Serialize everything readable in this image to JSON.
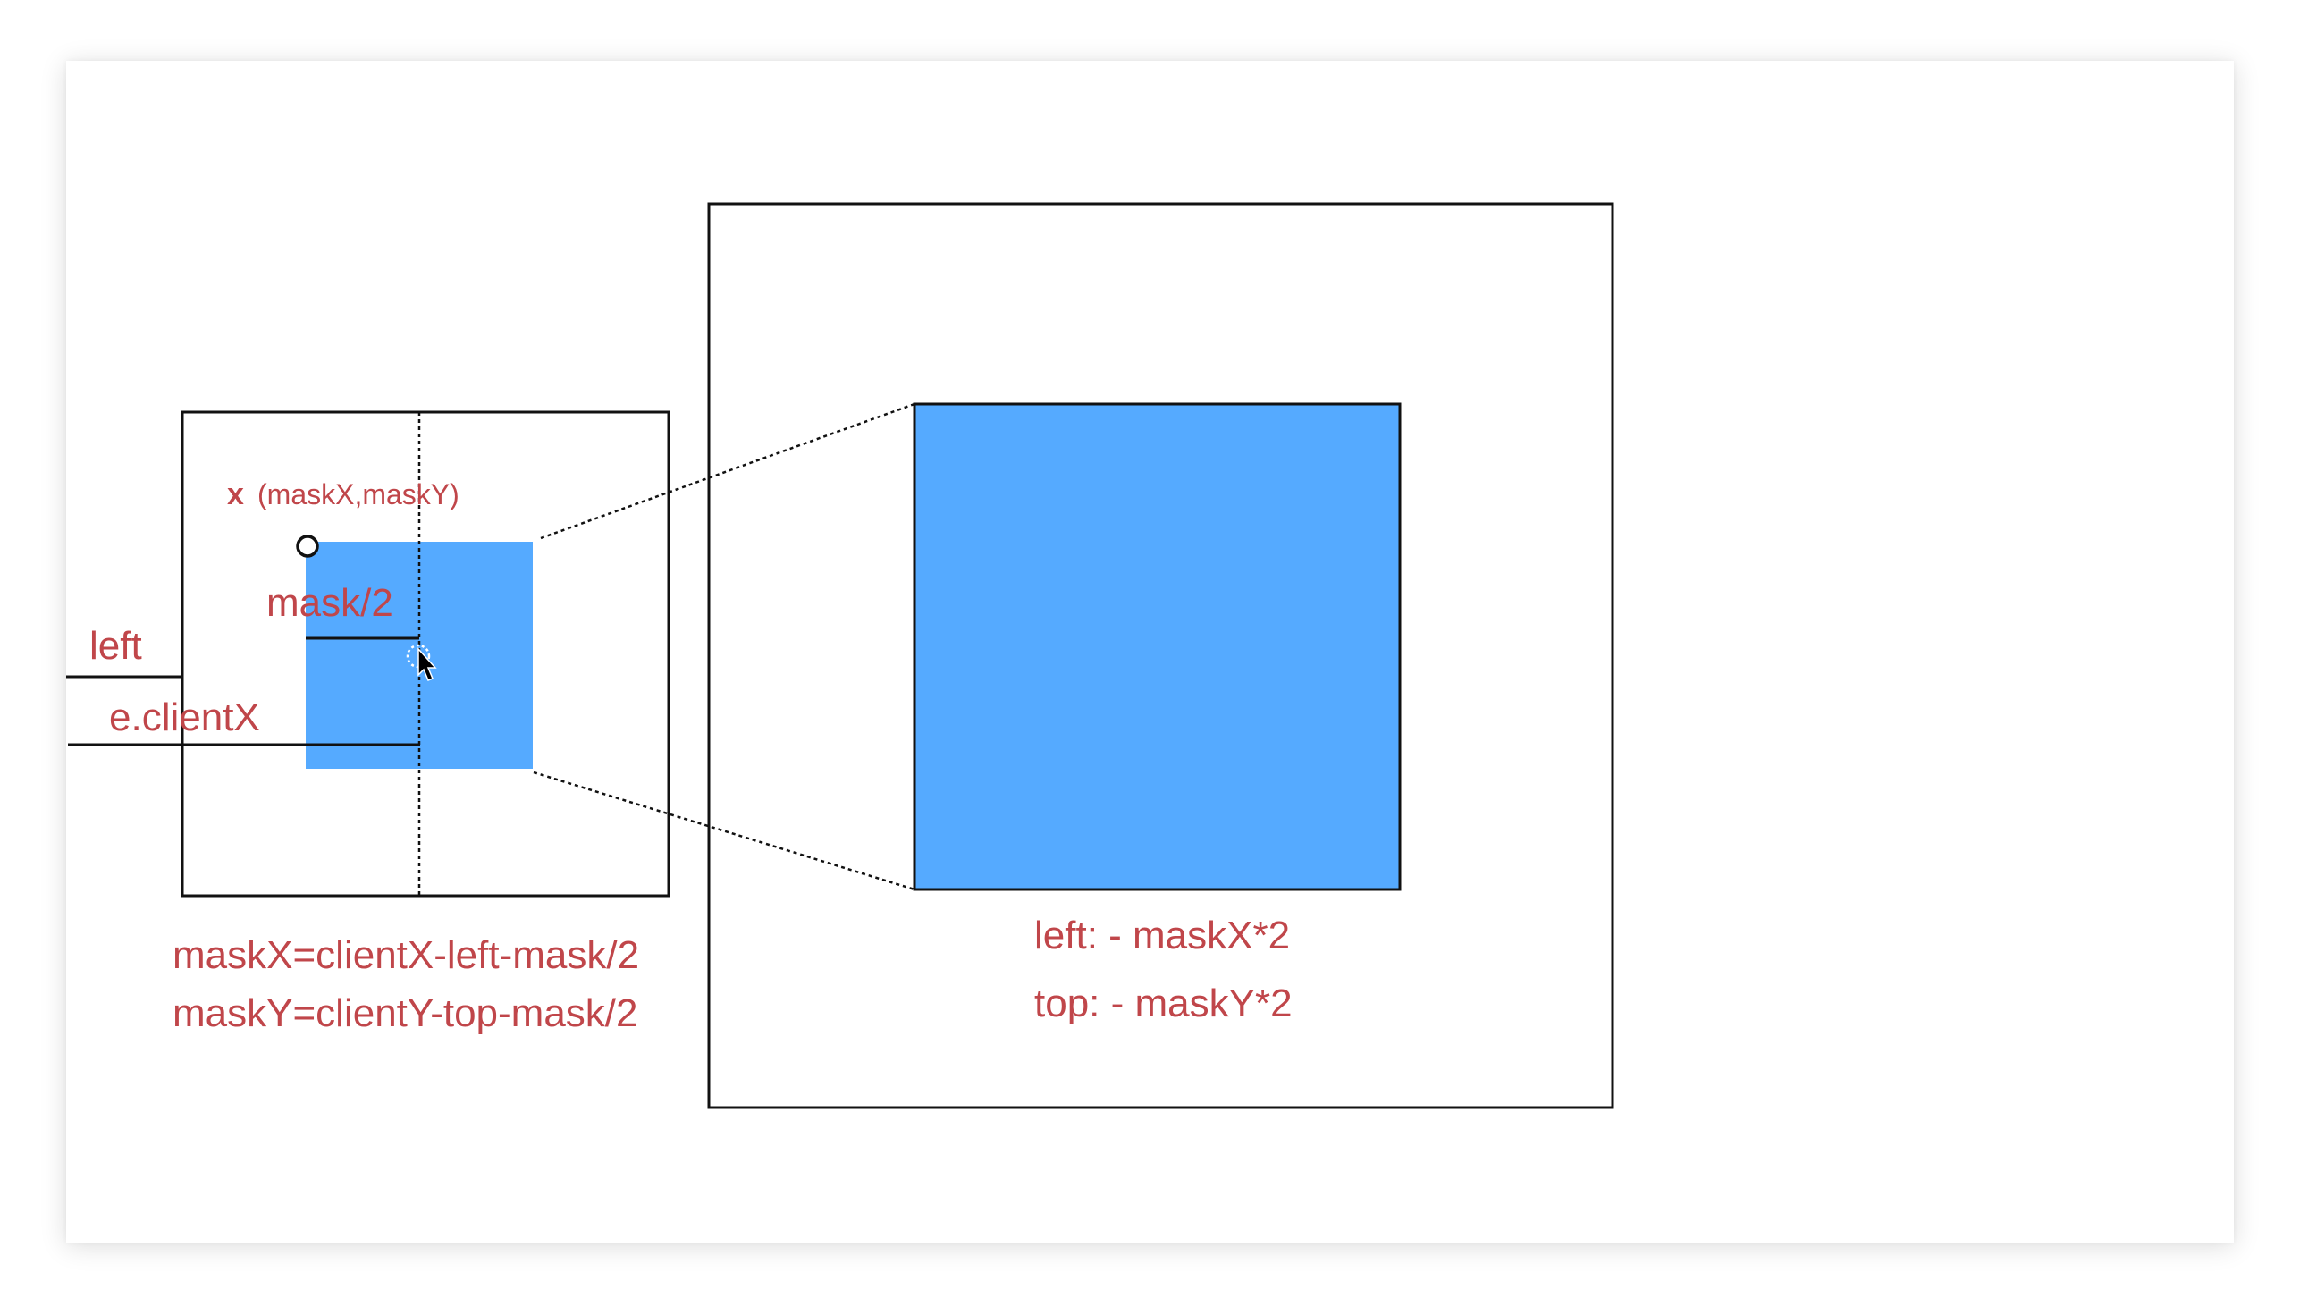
{
  "colors": {
    "mask_fill": "#55aaff",
    "text_red": "#c0464a",
    "stroke": "#111111",
    "background": "#ffffff"
  },
  "icons": {
    "pointer": "mouse-cursor-icon",
    "origin": "circle-marker-icon"
  },
  "labels": {
    "mask_coord_x": "x",
    "mask_coord": "(maskX,maskY)",
    "half_mask": "mask/2",
    "left": "left",
    "client_x": "e.clientX",
    "formula_x": "maskX=clientX-left-mask/2",
    "formula_y": "maskY=clientY-top-mask/2",
    "big_left": "left: - maskX*2",
    "big_top": "top: - maskY*2"
  }
}
